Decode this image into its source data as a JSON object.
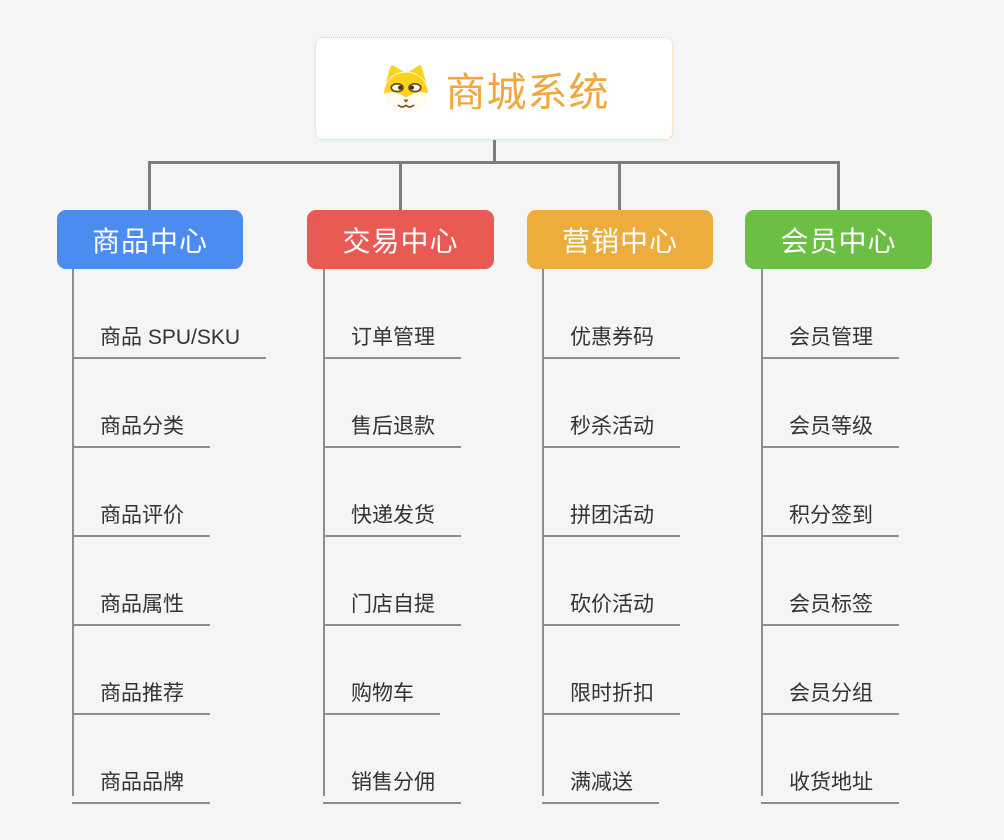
{
  "root": {
    "title": "商城系统",
    "icon": "shiba-dog-icon",
    "title_color": "#EFA73E",
    "border_color": "#F3C887"
  },
  "branches": [
    {
      "label": "商品中心",
      "color": "#4C8CF0",
      "items": [
        "商品 SPU/SKU",
        "商品分类",
        "商品评价",
        "商品属性",
        "商品推荐",
        "商品品牌"
      ]
    },
    {
      "label": "交易中心",
      "color": "#E85A52",
      "items": [
        "订单管理",
        "售后退款",
        "快递发货",
        "门店自提",
        "购物车",
        "销售分佣"
      ]
    },
    {
      "label": "营销中心",
      "color": "#EDAD3D",
      "items": [
        "优惠券码",
        "秒杀活动",
        "拼团活动",
        "砍价活动",
        "限时折扣",
        "满减送"
      ]
    },
    {
      "label": "会员中心",
      "color": "#6DBE45",
      "items": [
        "会员管理",
        "会员等级",
        "积分签到",
        "会员标签",
        "会员分组",
        "收货地址"
      ]
    }
  ],
  "colors": {
    "background": "#F5F5F5",
    "connector": "#7E7E7E",
    "leaf_line": "#8E8E8E",
    "leaf_text": "#333333"
  }
}
